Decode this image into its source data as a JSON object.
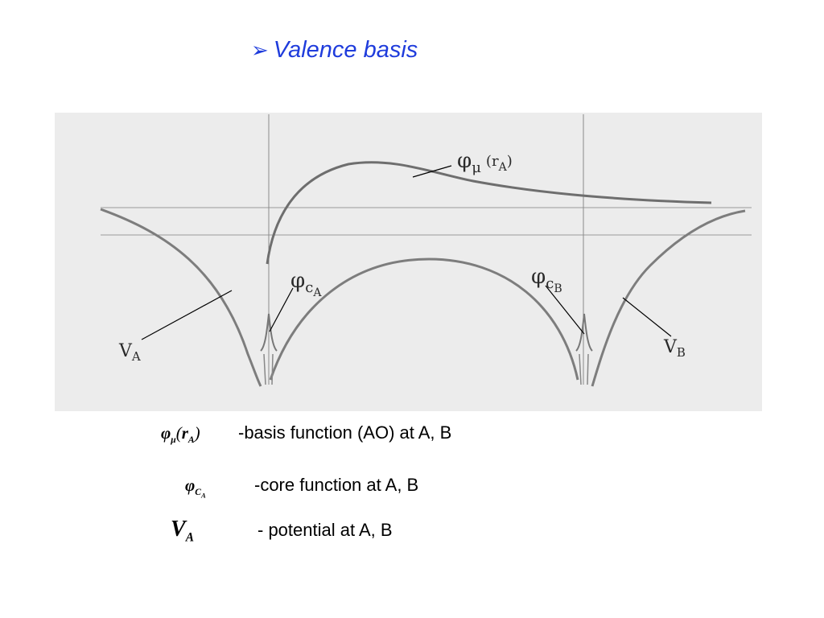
{
  "title": {
    "bullet_icon": "arrow-right-icon",
    "text": "Valence basis"
  },
  "diagram": {
    "labels": {
      "phi_mu": "φ",
      "phi_mu_sub": "μ",
      "phi_mu_arg": "(r",
      "phi_mu_arg_sub": "A",
      "phi_mu_close": ")",
      "phi_ca": "φ",
      "phi_ca_c": "c",
      "phi_ca_sub": "A",
      "phi_cb": "φ",
      "phi_cb_c": "c",
      "phi_cb_sub": "B",
      "va": "V",
      "va_sub": "A",
      "vb": "V",
      "vb_sub": "B"
    }
  },
  "legend": [
    {
      "symbol": "φ",
      "symbol_sub": "μ",
      "arg": "(",
      "arg_r": "r",
      "arg_sub": "A",
      "arg_close": ")",
      "text": "-basis function (AO) at A, B"
    },
    {
      "symbol": "φ",
      "symbol_sub": "C",
      "symbol_sub2": "A",
      "text": "-core function at A, B"
    },
    {
      "symbol": "V",
      "symbol_sub": "A",
      "text": "- potential at A, B"
    }
  ]
}
